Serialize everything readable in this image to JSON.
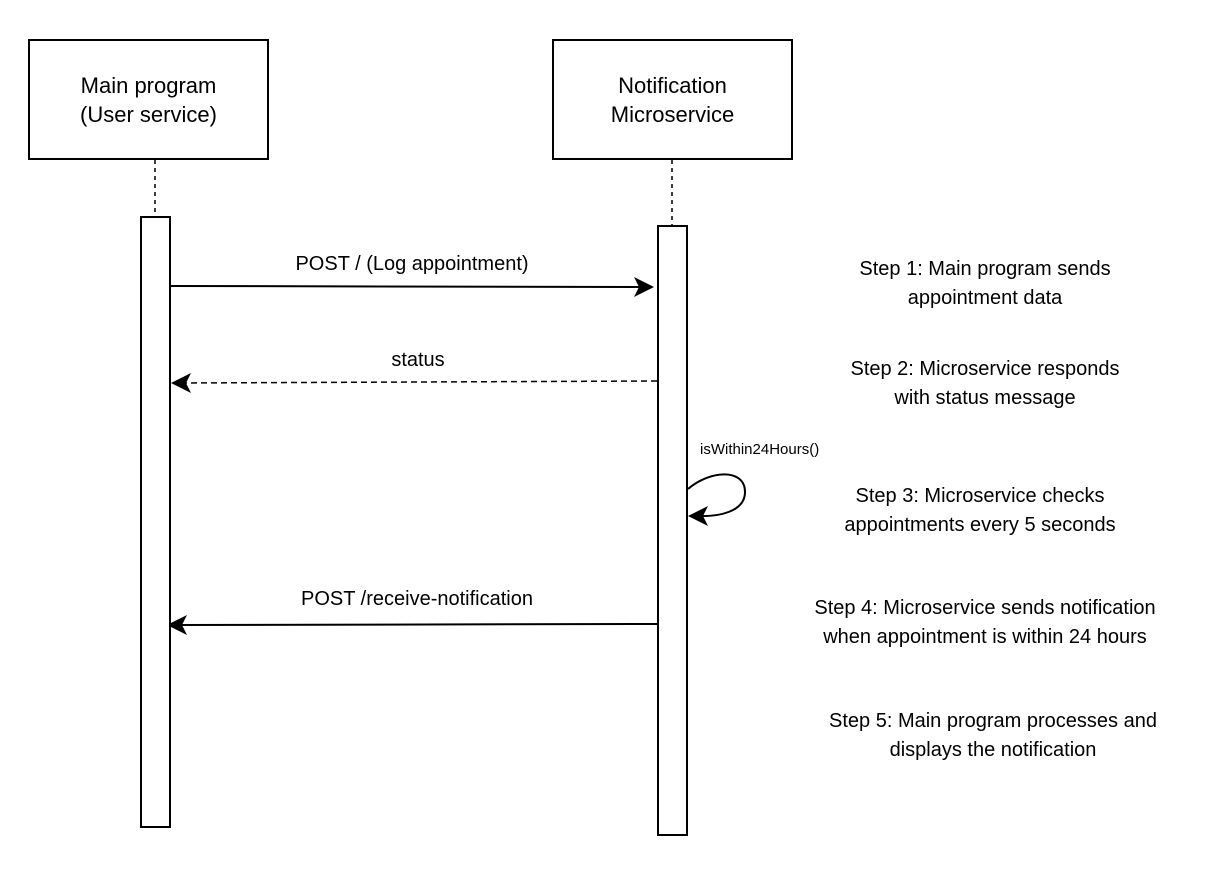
{
  "participants": {
    "main": {
      "line1": "Main program",
      "line2": "(User service)"
    },
    "notification": {
      "line1": "Notification",
      "line2": "Microservice"
    }
  },
  "messages": {
    "log_appointment": "POST / (Log appointment)",
    "status": "status",
    "self_call": "isWithin24Hours()",
    "receive_notification": "POST /receive-notification"
  },
  "steps": [
    {
      "line1": "Step 1: Main program sends",
      "line2": "appointment data"
    },
    {
      "line1": "Step 2: Microservice responds",
      "line2": "with status message"
    },
    {
      "line1": "Step 3: Microservice checks",
      "line2": "appointments every 5 seconds"
    },
    {
      "line1": "Step 4: Microservice sends notification",
      "line2": "when appointment is within 24 hours"
    },
    {
      "line1": "Step 5: Main program processes and",
      "line2": "displays the notification"
    }
  ],
  "colors": {
    "stroke": "#000000",
    "background": "#ffffff"
  }
}
